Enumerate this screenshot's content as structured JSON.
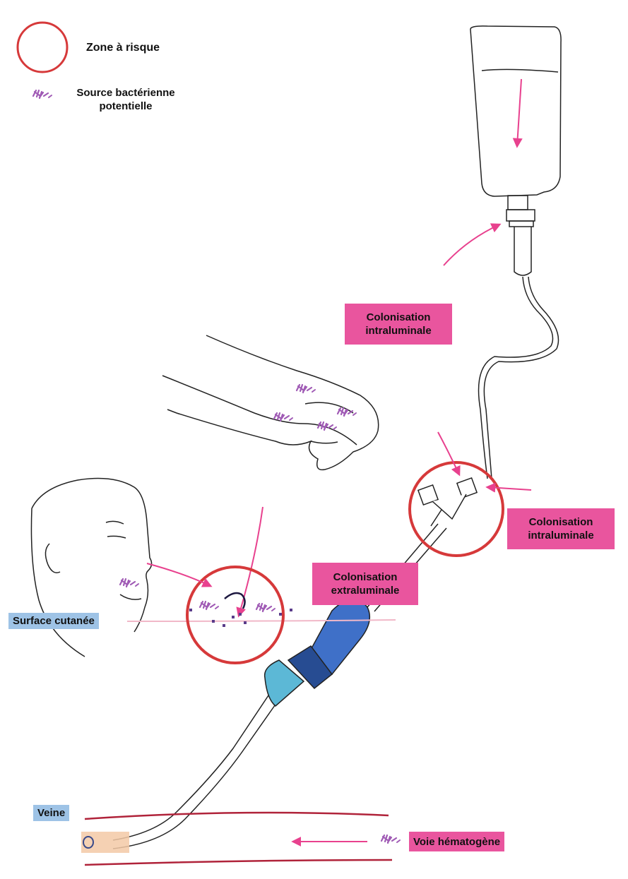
{
  "legend": {
    "risk_zone": "Zone à risque",
    "bacterial_source_line1": "Source bactérienne",
    "bacterial_source_line2": "potentielle"
  },
  "labels": {
    "intraluminal_top_line1": "Colonisation",
    "intraluminal_top_line2": "intraluminale",
    "intraluminal_right_line1": "Colonisation",
    "intraluminal_right_line2": "intraluminale",
    "extraluminal_line1": "Colonisation",
    "extraluminal_line2": "extraluminale",
    "skin_surface": "Surface cutanée",
    "vein": "Veine",
    "hematogenous_route": "Voie hématogène"
  },
  "colors": {
    "risk_circle": "#d6393a",
    "arrow": "#e8418e",
    "label_pink": "#e9559e",
    "label_blue": "#9ec3e6",
    "bacteria": "#a05bb5",
    "vein_line": "#b0233a",
    "skin_line": "#f1b8c8",
    "hub_dark_blue": "#3f70c8",
    "hub_light_blue": "#5cb8d6"
  },
  "icons": {
    "risk_zone_marker": "red-circle-icon",
    "bacteria_marker": "bacteria-cluster-icon"
  }
}
